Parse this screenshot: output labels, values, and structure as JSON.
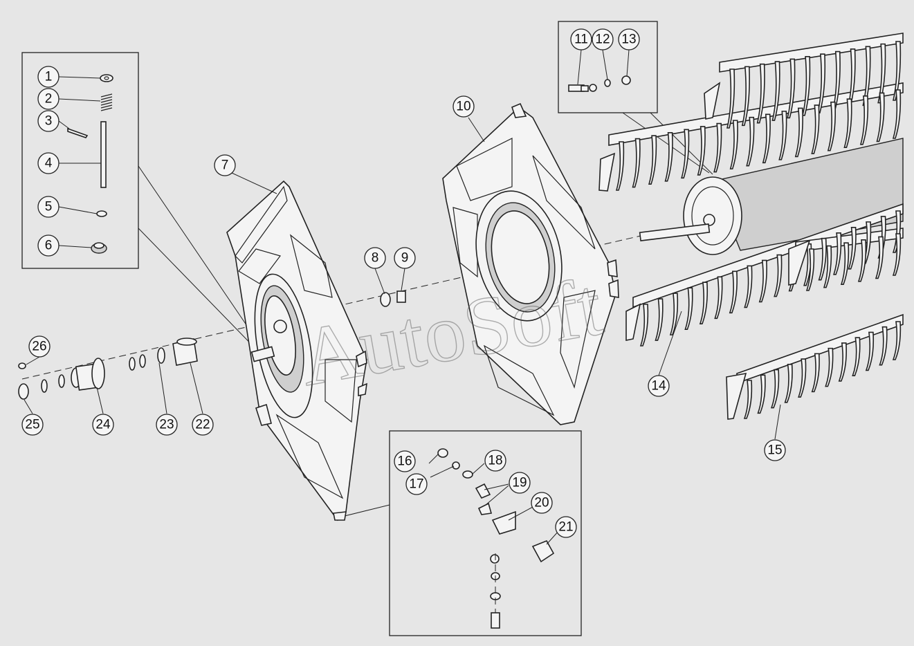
{
  "callouts": [
    "1",
    "2",
    "3",
    "4",
    "5",
    "6",
    "7",
    "8",
    "9",
    "10",
    "11",
    "12",
    "13",
    "14",
    "15",
    "16",
    "17",
    "18",
    "19",
    "20",
    "21",
    "22",
    "23",
    "24",
    "25",
    "26"
  ],
  "watermark": "AutoSoft"
}
